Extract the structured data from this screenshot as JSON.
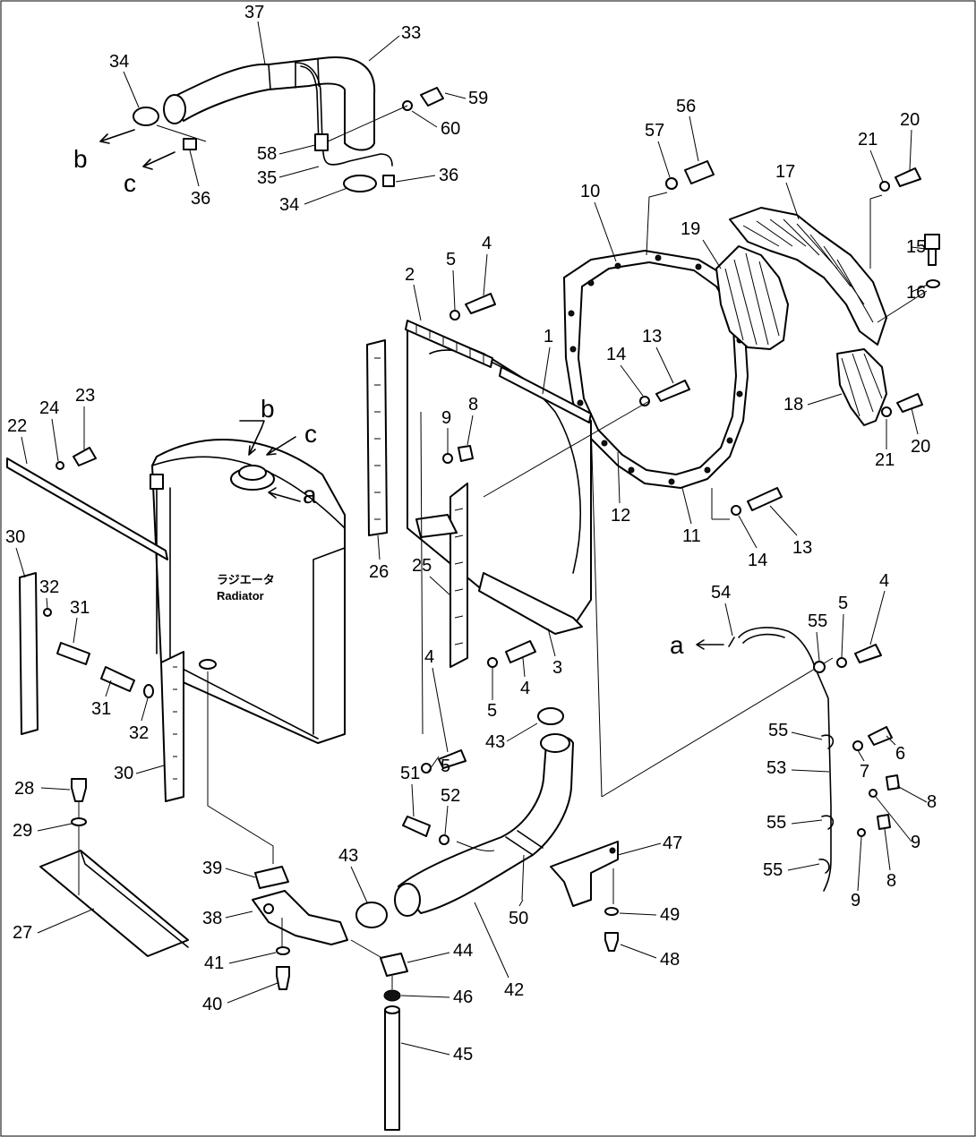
{
  "radiator_text": {
    "jp": "ラジエータ",
    "en": "Radiator"
  },
  "callout_letters": {
    "a": "a",
    "b": "b",
    "c": "c"
  },
  "labels": [
    "37",
    "33",
    "34",
    "59",
    "60",
    "58",
    "35",
    "34",
    "36",
    "36",
    "56",
    "57",
    "10",
    "20",
    "21",
    "17",
    "19",
    "15",
    "16",
    "13",
    "14",
    "18",
    "20",
    "21",
    "12",
    "11",
    "14",
    "13",
    "2",
    "5",
    "4",
    "1",
    "9",
    "8",
    "23",
    "24",
    "22",
    "26",
    "25",
    "30",
    "32",
    "31",
    "31",
    "32",
    "30",
    "3",
    "4",
    "5",
    "4",
    "5",
    "54",
    "55",
    "5",
    "4",
    "6",
    "55",
    "7",
    "53",
    "8",
    "9",
    "55",
    "8",
    "9",
    "55",
    "43",
    "51",
    "52",
    "47",
    "50",
    "28",
    "29",
    "27",
    "39",
    "43",
    "38",
    "41",
    "40",
    "44",
    "46",
    "42",
    "49",
    "48",
    "45"
  ]
}
